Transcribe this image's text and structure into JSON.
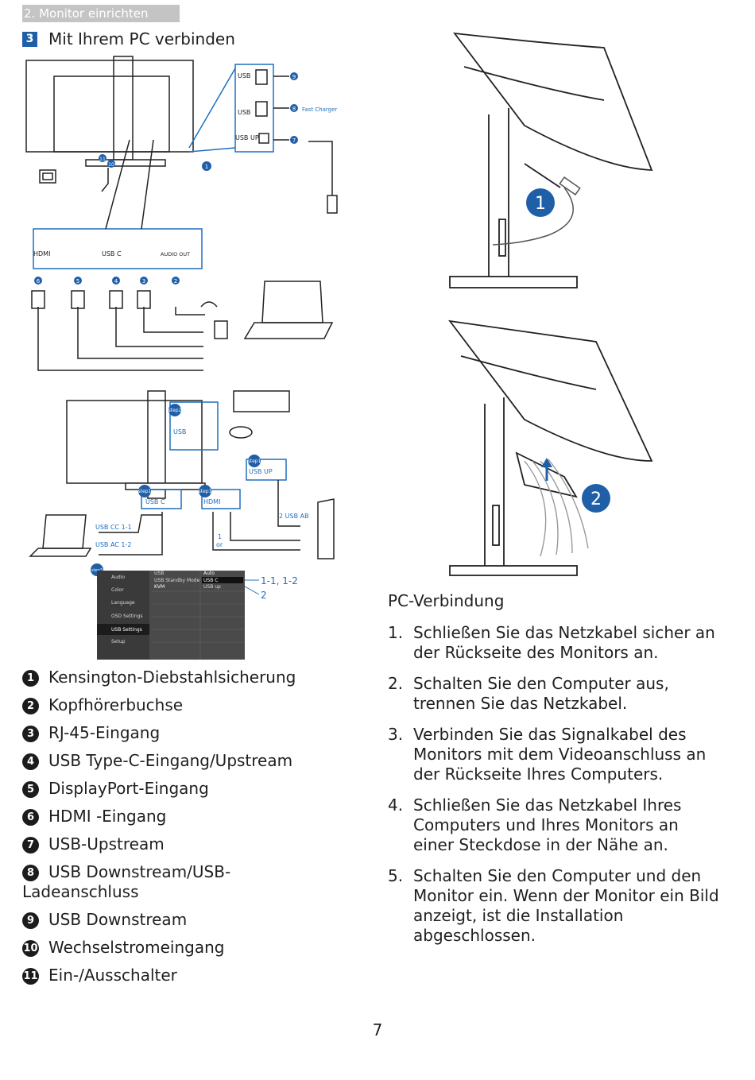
{
  "header": {
    "tab": "2. Monitor einrichten"
  },
  "section": {
    "number": "3",
    "title": "Mit Ihrem PC verbinden"
  },
  "diagram_top": {
    "usb_labels": [
      "USB",
      "USB",
      "USB UP"
    ],
    "fast_charger": "Fast Charger",
    "callouts_right": [
      "9",
      "8",
      "7"
    ],
    "callout_1": "1",
    "callouts_rear": [
      "11",
      "10"
    ],
    "ports": [
      "HDMI",
      "USB C",
      "AUDIO OUT"
    ],
    "port_callouts": [
      "6",
      "5",
      "4",
      "3",
      "2"
    ]
  },
  "diagram_mid": {
    "step_badges": [
      "step2",
      "step1",
      "step1",
      "step1",
      "step3"
    ],
    "usb_label": "USB",
    "usb_up": "USB UP",
    "usb_c": "USB C",
    "hdmi": "HDMI",
    "usb_ab": "2  USB AB",
    "usb_cc": "USB CC  1-1",
    "usb_ac": "USB AC  1-2",
    "one": "1",
    "or": "or"
  },
  "osd_menu": {
    "left_items": [
      "Audio",
      "Color",
      "Language",
      "OSD Settings",
      "USB Settings",
      "Setup"
    ],
    "mid_items": [
      "USB",
      "USB Standby Mode",
      "KVM"
    ],
    "right_items": [
      "Auto",
      "USB C",
      "USB up"
    ],
    "callout_a": "1-1, 1-2",
    "callout_b": "2"
  },
  "right_figures": {
    "badge_1": "1",
    "badge_2": "2"
  },
  "legend": [
    {
      "n": "1",
      "text": "Kensington-Diebstahlsicherung"
    },
    {
      "n": "2",
      "text": "Kopfhörerbuchse"
    },
    {
      "n": "3",
      "text": "RJ-45-Eingang"
    },
    {
      "n": "4",
      "text": "USB Type-C-Eingang/Upstream"
    },
    {
      "n": "5",
      "text": "DisplayPort-Eingang"
    },
    {
      "n": "6",
      "text": "HDMI -Eingang"
    },
    {
      "n": "7",
      "text": "USB-Upstream"
    },
    {
      "n": "8",
      "text": "USB Downstream/USB-Ladeanschluss"
    },
    {
      "n": "9",
      "text": "USB Downstream"
    },
    {
      "n": "10",
      "text": "Wechselstromeingang"
    },
    {
      "n": "11",
      "text": "Ein-/Ausschalter"
    }
  ],
  "pc_connection": {
    "title": "PC-Verbindung",
    "steps": [
      {
        "n": "1.",
        "text": "Schließen Sie das Netzkabel sicher an der Rückseite des Monitors an."
      },
      {
        "n": "2.",
        "text": "Schalten Sie den Computer aus, trennen Sie das Netzkabel."
      },
      {
        "n": "3.",
        "text": "Verbinden Sie das Signalkabel des Monitors mit dem Videoanschluss an der Rückseite Ihres Computers."
      },
      {
        "n": "4.",
        "text": "Schließen Sie das Netzkabel Ihres Computers und Ihres Monitors an einer Steckdose in der Nähe an."
      },
      {
        "n": "5.",
        "text": "Schalten Sie den Computer und den Monitor ein. Wenn der Monitor ein Bild anzeigt, ist die Installation abgeschlossen."
      }
    ]
  },
  "page_number": "7",
  "colors": {
    "accent_blue": "#1f5fa8",
    "callout_dark": "#1c1c1c",
    "header_gray": "#c4c4c4"
  }
}
